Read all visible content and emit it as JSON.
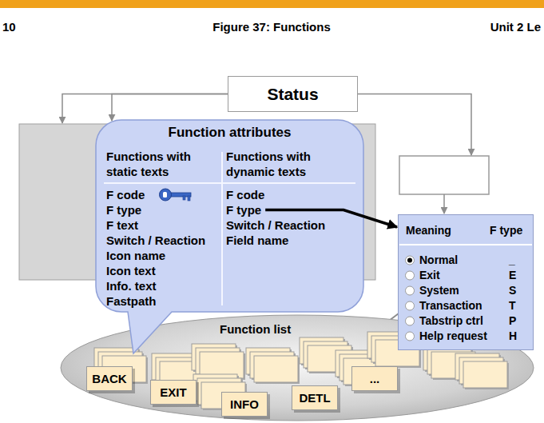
{
  "diagram": {
    "title": "Figure 37: Functions",
    "nodes": [
      {
        "text": [
          "Status"
        ]
      },
      {
        "text": [
          "Function attributes"
        ]
      },
      {
        "text": [
          "Functions with static texts",
          "F code",
          "F type",
          "F text",
          "Switch / Reaction",
          "Icon name",
          "Icon text",
          "Info. text",
          "Fastpath"
        ],
        "in": 1
      },
      {
        "text": [
          "Functions with dynamic texts",
          "F code",
          "Switch / Reaction",
          "Field name"
        ],
        "in": 1
      },
      {
        "text": [
          "F type"
        ],
        "in": 3
      },
      {
        "text": [
          "Meaning",
          "F type",
          "Normal",
          "_",
          "Exit",
          "E",
          "System",
          "S",
          "Transaction",
          "T",
          "Tabstrip ctrl",
          "P",
          "Help request",
          "H"
        ]
      },
      {
        "text": [
          "Function list"
        ]
      },
      {
        "text": [
          "BACK"
        ],
        "in": 6
      },
      {
        "text": [
          "EXIT"
        ],
        "in": 6
      },
      {
        "text": [
          "INFO"
        ],
        "in": 6
      },
      {
        "text": [
          "DETL"
        ],
        "in": 6
      },
      {
        "text": [
          "..."
        ],
        "in": 6
      }
    ],
    "edges": [
      {
        "from": 0,
        "to": 1,
        "arrow": "to"
      },
      {
        "from": 4,
        "to": 5,
        "arrow": "to"
      }
    ],
    "labels": [
      "10",
      "Unit 2 Le"
    ]
  }
}
